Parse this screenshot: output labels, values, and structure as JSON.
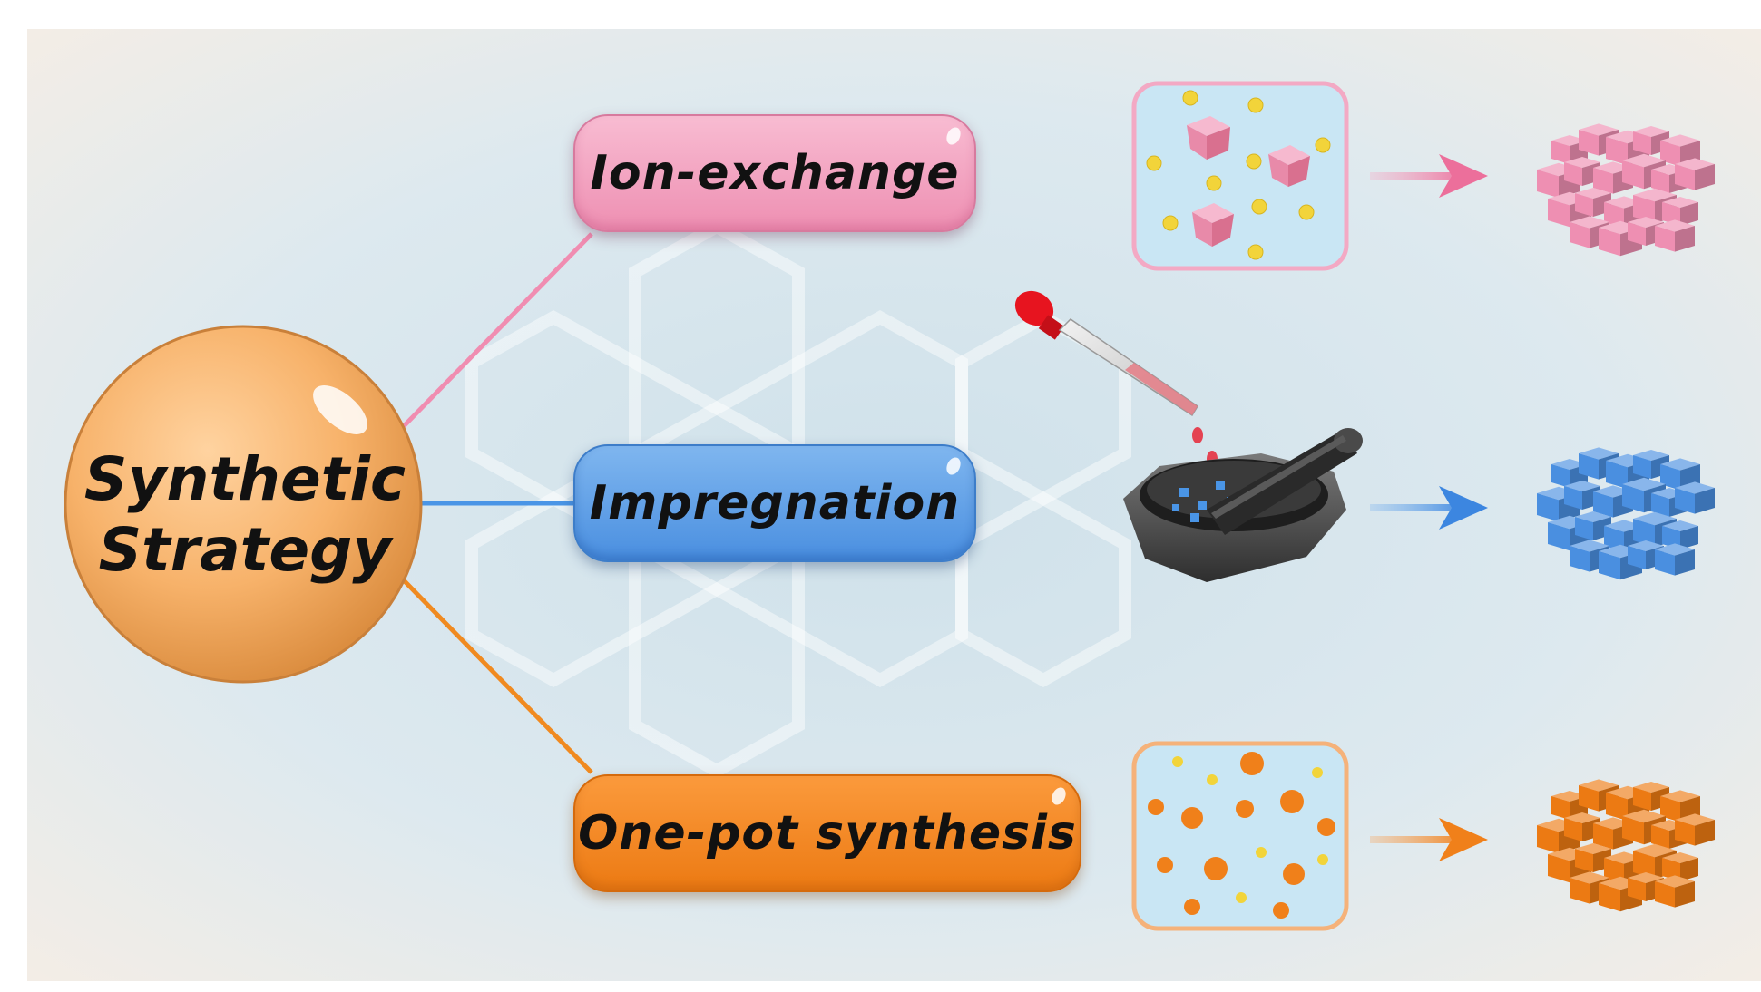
{
  "center": {
    "line1": "Synthetic",
    "line2": "Strategy"
  },
  "methods": [
    {
      "label": "Ion-exchange"
    },
    {
      "label": "Impregnation"
    },
    {
      "label": "One-pot synthesis"
    }
  ],
  "colors": {
    "pink": "#ee8fb2",
    "blue": "#4a8fe0",
    "orange": "#ec7a13",
    "center_orange": "#f7b26a",
    "solution_fill": "#c9e6f4",
    "yellow_particle": "#f2d43a"
  },
  "icons": {
    "ion_exchange_solution": "solution-box-with-cubes-icon",
    "dropper": "dropper-icon",
    "mortar": "mortar-and-pestle-icon",
    "one_pot_solution": "solution-box-with-spheres-icon",
    "pink_product": "pink-cubes-icon",
    "blue_product": "blue-cubes-icon",
    "orange_product": "orange-cubes-icon"
  }
}
